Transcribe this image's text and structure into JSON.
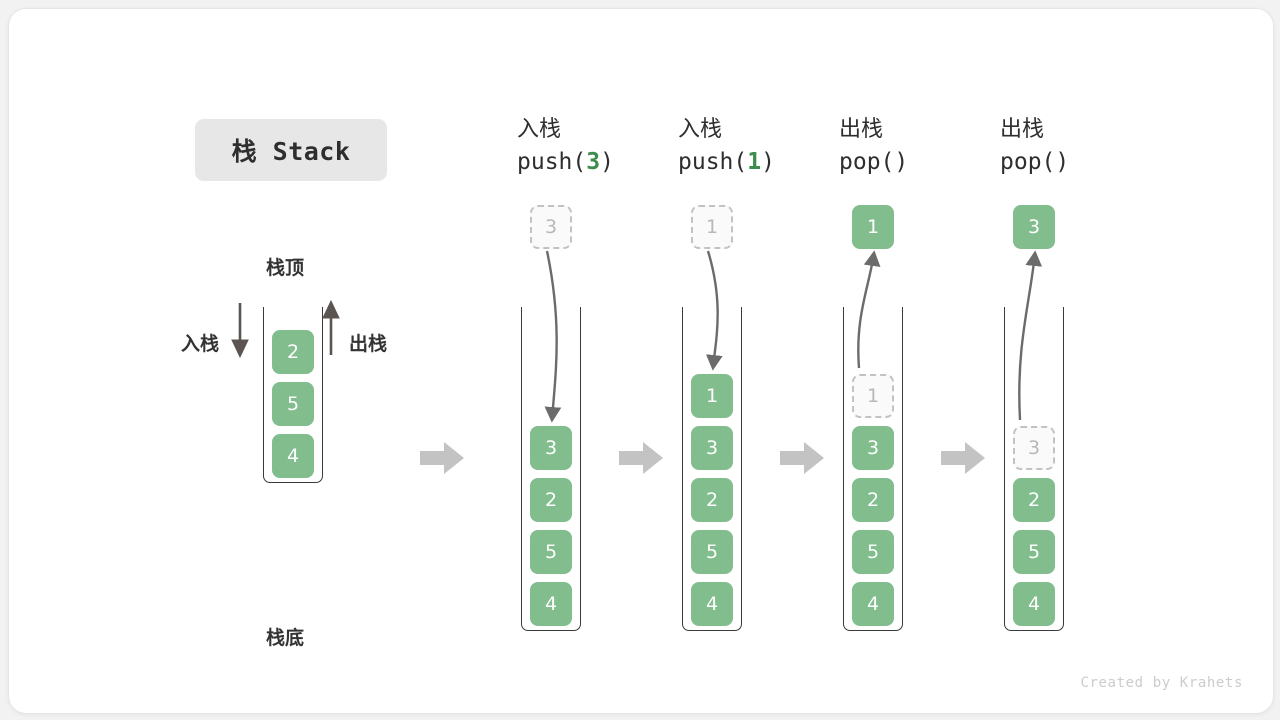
{
  "title": {
    "chip_label": "栈 Stack"
  },
  "legend": {
    "top_label": "栈顶",
    "bottom_label": "栈底",
    "push_label": "入栈",
    "pop_label": "出栈"
  },
  "initial_stack": {
    "values": [
      "2",
      "5",
      "4"
    ]
  },
  "steps": [
    {
      "op_label": "入栈",
      "code_prefix": "push(",
      "code_arg": "3",
      "code_suffix": ")",
      "kind": "push",
      "floating_value": "3",
      "floating_style": "ghost",
      "stack_values": [
        "3",
        "2",
        "5",
        "4"
      ],
      "ghost_top": null
    },
    {
      "op_label": "入栈",
      "code_prefix": "push(",
      "code_arg": "1",
      "code_suffix": ")",
      "kind": "push",
      "floating_value": "1",
      "floating_style": "ghost",
      "stack_values": [
        "1",
        "3",
        "2",
        "5",
        "4"
      ],
      "ghost_top": null
    },
    {
      "op_label": "出栈",
      "code_prefix": "pop(",
      "code_arg": "",
      "code_suffix": ")",
      "kind": "pop",
      "floating_value": "1",
      "floating_style": "filled",
      "stack_values": [
        "3",
        "2",
        "5",
        "4"
      ],
      "ghost_top": "1"
    },
    {
      "op_label": "出栈",
      "code_prefix": "pop(",
      "code_arg": "",
      "code_suffix": ")",
      "kind": "pop",
      "floating_value": "3",
      "floating_style": "filled",
      "stack_values": [
        "2",
        "5",
        "4"
      ],
      "ghost_top": "3"
    }
  ],
  "footer": {
    "credit": "Created by Krahets"
  },
  "colors": {
    "cell_green": "#81bd8d",
    "arg_green": "#3d8b4d",
    "arrow_gray": "#c3c3c3",
    "ghost_border": "#c2c2c2",
    "chip_bg": "#e7e7e7"
  }
}
